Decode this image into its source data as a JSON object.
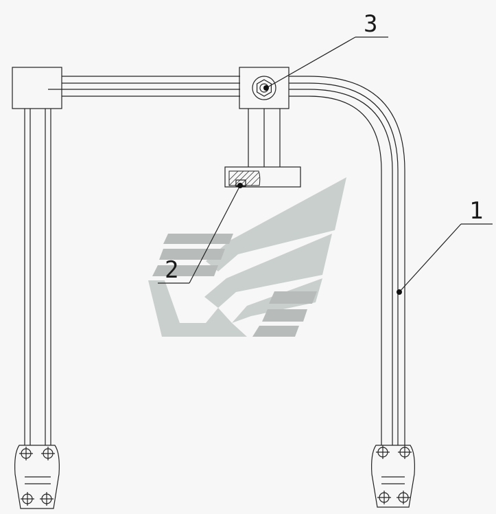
{
  "callouts": [
    {
      "id": "1",
      "text": "1"
    },
    {
      "id": "2",
      "text": "2"
    },
    {
      "id": "3",
      "text": "3"
    }
  ],
  "colors": {
    "line": "#222222",
    "background": "#f7f7f7",
    "watermark": "#c9cfcc",
    "watermark_dark": "#b7bcbb"
  }
}
